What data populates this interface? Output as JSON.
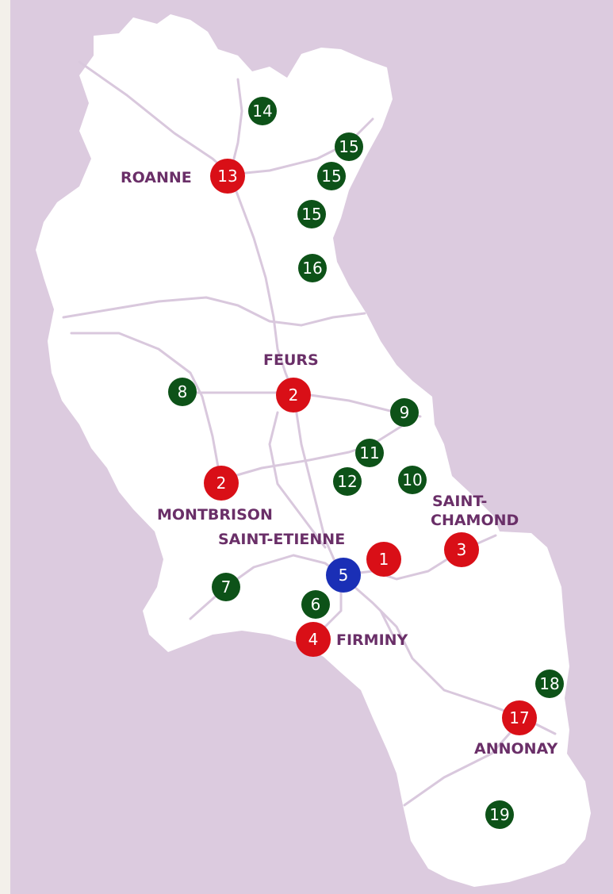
{
  "colors": {
    "background": "#dccbdf",
    "territory": "#ffffff",
    "road": "#d9c8dd",
    "label": "#6a2f68",
    "marker_red": "#d90f17",
    "marker_green": "#0d5218",
    "marker_blue": "#1a2fb6"
  },
  "cities": {
    "roanne": "ROANNE",
    "feurs": "FEURS",
    "montbrison": "MONTBRISON",
    "saint_etienne": "SAINT-ETIENNE",
    "saint_chamond_1": "SAINT-",
    "saint_chamond_2": "CHAMOND",
    "firminy": "FIRMINY",
    "annonay": "ANNONAY"
  },
  "markers": {
    "m14": "14",
    "m15a": "15",
    "m15b": "15",
    "m15c": "15",
    "m13": "13",
    "m16": "16",
    "m2_feurs": "2",
    "m8": "8",
    "m9": "9",
    "m11": "11",
    "m12": "12",
    "m10": "10",
    "m2_montbrison": "2",
    "m1": "1",
    "m3": "3",
    "m5": "5",
    "m7": "7",
    "m6": "6",
    "m4": "4",
    "m18": "18",
    "m17": "17",
    "m19": "19"
  }
}
